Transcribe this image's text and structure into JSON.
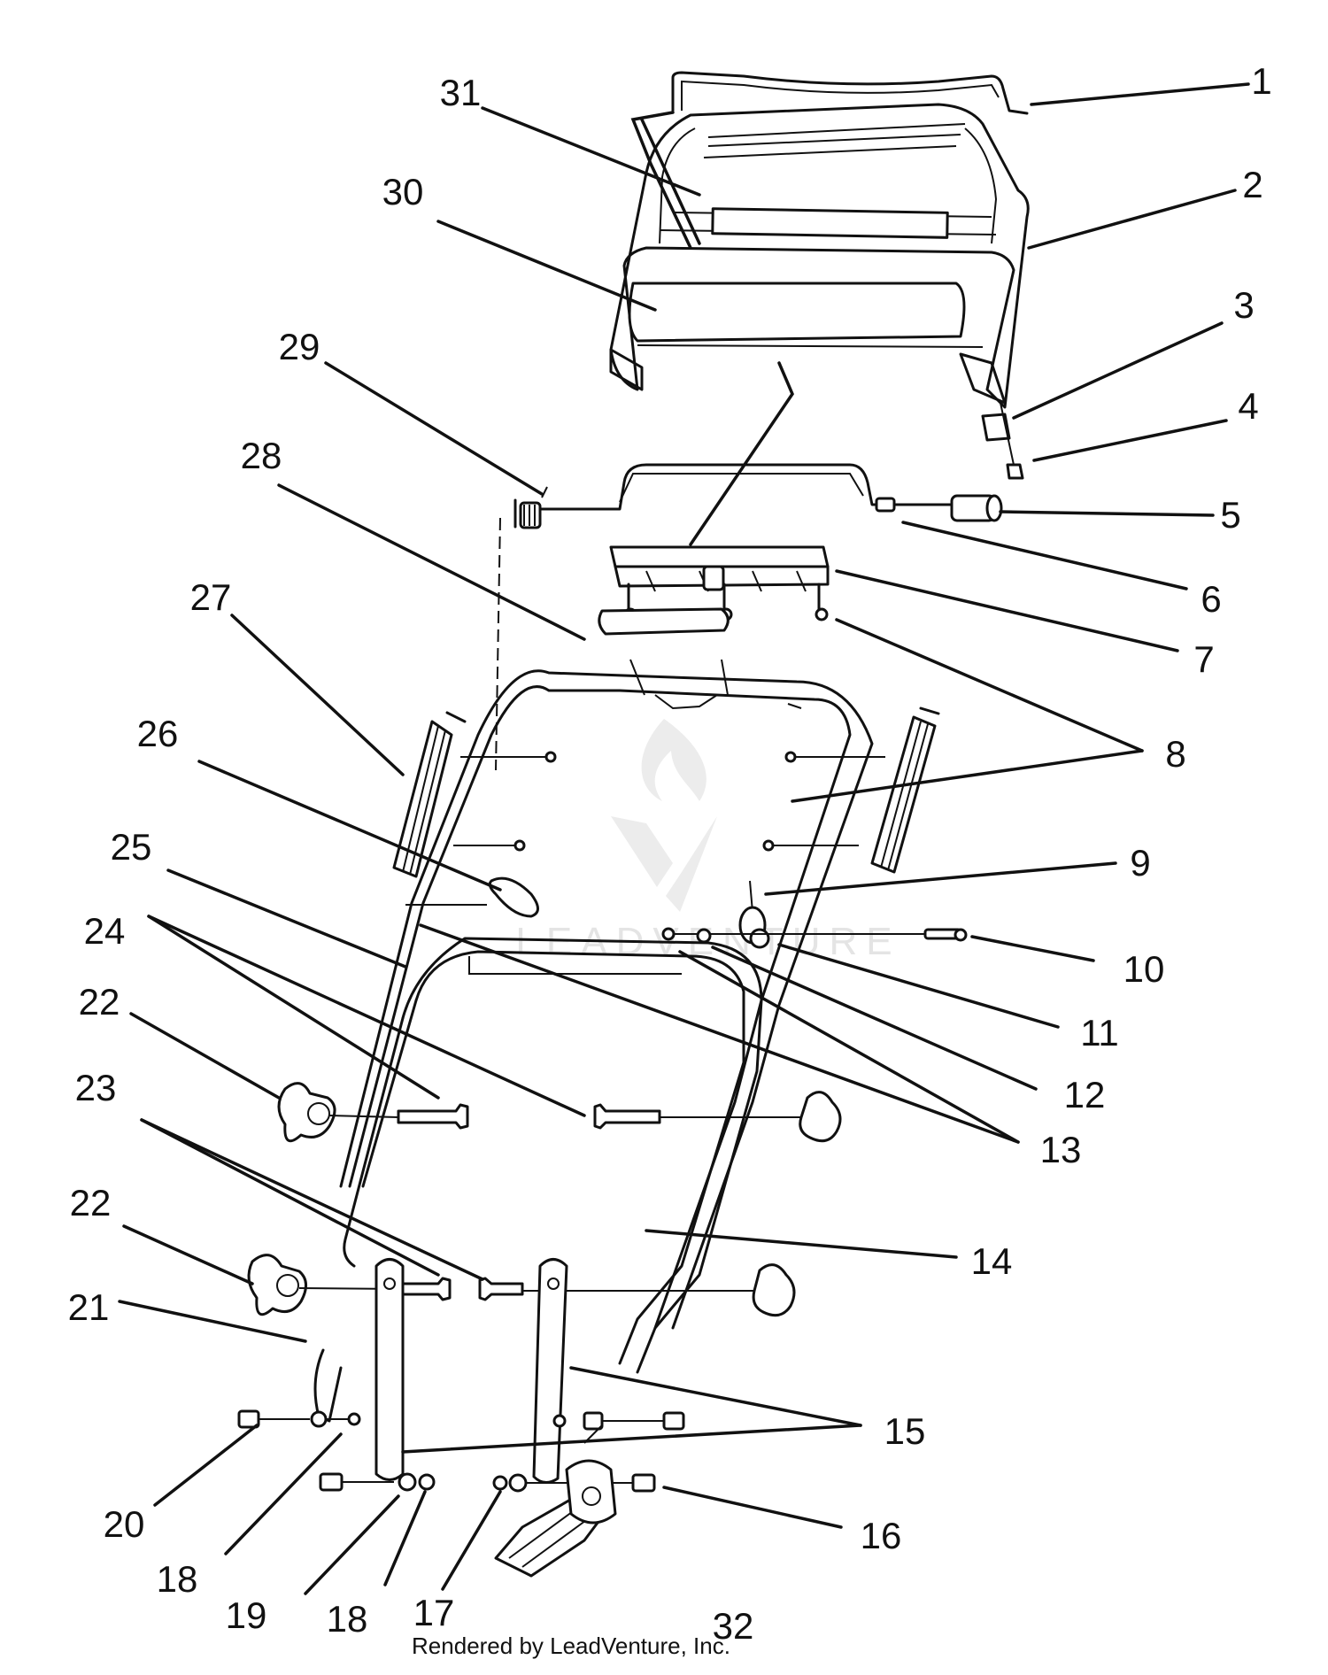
{
  "diagram": {
    "callouts": [
      {
        "id": "1",
        "label": "1"
      },
      {
        "id": "2",
        "label": "2"
      },
      {
        "id": "3",
        "label": "3"
      },
      {
        "id": "4",
        "label": "4"
      },
      {
        "id": "5",
        "label": "5"
      },
      {
        "id": "6",
        "label": "6"
      },
      {
        "id": "7",
        "label": "7"
      },
      {
        "id": "8",
        "label": "8"
      },
      {
        "id": "9",
        "label": "9"
      },
      {
        "id": "10",
        "label": "10"
      },
      {
        "id": "11",
        "label": "11"
      },
      {
        "id": "12",
        "label": "12"
      },
      {
        "id": "13",
        "label": "13"
      },
      {
        "id": "14",
        "label": "14"
      },
      {
        "id": "15",
        "label": "15"
      },
      {
        "id": "16",
        "label": "16"
      },
      {
        "id": "17",
        "label": "17"
      },
      {
        "id": "18a",
        "label": "18"
      },
      {
        "id": "18b",
        "label": "18"
      },
      {
        "id": "19",
        "label": "19"
      },
      {
        "id": "20",
        "label": "20"
      },
      {
        "id": "21",
        "label": "21"
      },
      {
        "id": "22a",
        "label": "22"
      },
      {
        "id": "22b",
        "label": "22"
      },
      {
        "id": "23",
        "label": "23"
      },
      {
        "id": "24",
        "label": "24"
      },
      {
        "id": "25",
        "label": "25"
      },
      {
        "id": "26",
        "label": "26"
      },
      {
        "id": "27",
        "label": "27"
      },
      {
        "id": "28",
        "label": "28"
      },
      {
        "id": "29",
        "label": "29"
      },
      {
        "id": "30",
        "label": "30"
      },
      {
        "id": "31",
        "label": "31"
      },
      {
        "id": "32",
        "label": "32"
      }
    ],
    "credit": "Rendered by LeadVenture, Inc.",
    "watermark": "LEADVENTURE"
  }
}
